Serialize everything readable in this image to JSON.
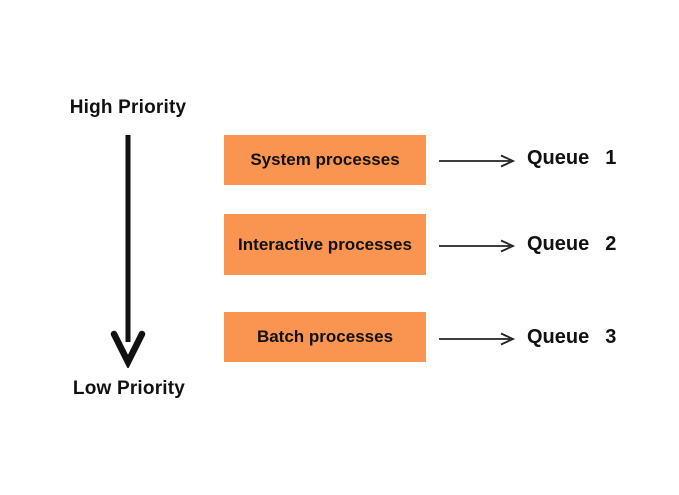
{
  "diagram": {
    "colors": {
      "background": "#ffffff",
      "box_fill": "#FA9551",
      "text": "#111111",
      "arrow": "#111111"
    },
    "priority_axis": {
      "top_label": "High Priority",
      "bottom_label": "Low Priority"
    },
    "rows": [
      {
        "process": "System processes",
        "queue_name": "Queue",
        "queue_number": "1"
      },
      {
        "process": "Interactive processes",
        "queue_name": "Queue",
        "queue_number": "2"
      },
      {
        "process": "Batch processes",
        "queue_name": "Queue",
        "queue_number": "3"
      }
    ],
    "icons": {
      "priority_arrow": "down-arrow",
      "flow_arrow": "right-arrow"
    }
  }
}
